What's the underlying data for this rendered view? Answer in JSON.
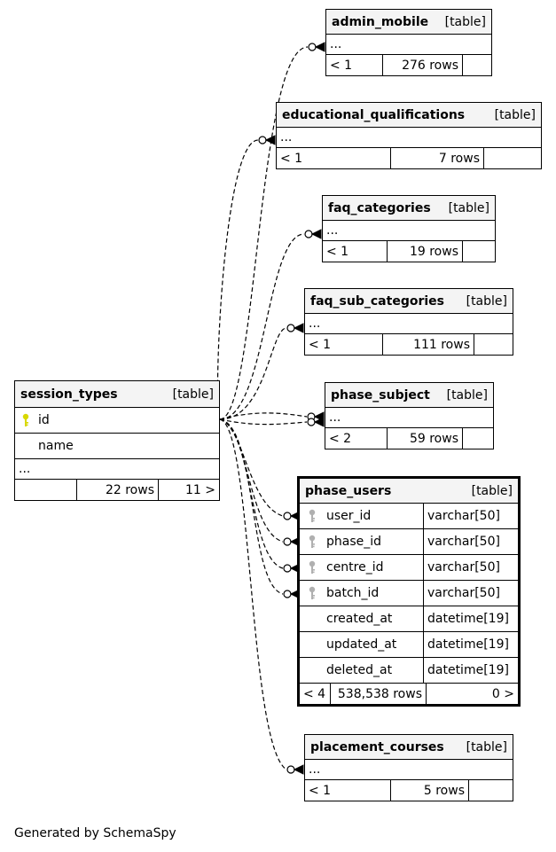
{
  "diagram": {
    "kind_label": "[table]",
    "ellipsis": "...",
    "colors": {
      "primary_key": "#d8d800",
      "foreign_key": "#b0b0b0",
      "header_bg": "#f4f4f4",
      "border": "#000000"
    },
    "tables": {
      "admin_mobile": {
        "name": "admin_mobile",
        "parents": "< 1",
        "rows": "276 rows",
        "children": ""
      },
      "educational_qualifications": {
        "name": "educational_qualifications",
        "parents": "< 1",
        "rows": "7 rows",
        "children": ""
      },
      "faq_categories": {
        "name": "faq_categories",
        "parents": "< 1",
        "rows": "19 rows",
        "children": ""
      },
      "faq_sub_categories": {
        "name": "faq_sub_categories",
        "parents": "< 1",
        "rows": "111 rows",
        "children": ""
      },
      "phase_subject": {
        "name": "phase_subject",
        "parents": "< 2",
        "rows": "59 rows",
        "children": ""
      },
      "session_types": {
        "name": "session_types",
        "columns": [
          {
            "name": "id",
            "key": "primary"
          },
          {
            "name": "name",
            "key": ""
          }
        ],
        "parents": "",
        "rows": "22 rows",
        "children": "11 >"
      },
      "phase_users": {
        "name": "phase_users",
        "columns": [
          {
            "name": "user_id",
            "type": "varchar[50]",
            "key": "foreign"
          },
          {
            "name": "phase_id",
            "type": "varchar[50]",
            "key": "foreign"
          },
          {
            "name": "centre_id",
            "type": "varchar[50]",
            "key": "foreign"
          },
          {
            "name": "batch_id",
            "type": "varchar[50]",
            "key": "foreign"
          },
          {
            "name": "created_at",
            "type": "datetime[19]",
            "key": ""
          },
          {
            "name": "updated_at",
            "type": "datetime[19]",
            "key": ""
          },
          {
            "name": "deleted_at",
            "type": "datetime[19]",
            "key": ""
          }
        ],
        "parents": "< 4",
        "rows": "538,538 rows",
        "children": "0 >"
      },
      "placement_courses": {
        "name": "placement_courses",
        "parents": "< 1",
        "rows": "5 rows",
        "children": ""
      }
    },
    "relationships": [
      {
        "from": "session_types.id",
        "to": "admin_mobile",
        "cardinality": "zero-or-many"
      },
      {
        "from": "session_types.id",
        "to": "educational_qualifications",
        "cardinality": "zero-or-many"
      },
      {
        "from": "session_types.id",
        "to": "faq_categories",
        "cardinality": "zero-or-many"
      },
      {
        "from": "session_types.id",
        "to": "faq_sub_categories",
        "cardinality": "zero-or-many"
      },
      {
        "from": "session_types.id",
        "to": "phase_subject",
        "cardinality": "zero-or-many"
      },
      {
        "from": "session_types.id",
        "to": "phase_subject",
        "cardinality": "zero-or-many"
      },
      {
        "from": "session_types.id",
        "to": "phase_users.user_id",
        "cardinality": "zero-or-many"
      },
      {
        "from": "session_types.id",
        "to": "phase_users.phase_id",
        "cardinality": "zero-or-many"
      },
      {
        "from": "session_types.id",
        "to": "phase_users.centre_id",
        "cardinality": "zero-or-many"
      },
      {
        "from": "session_types.id",
        "to": "phase_users.batch_id",
        "cardinality": "zero-or-many"
      },
      {
        "from": "session_types.id",
        "to": "placement_courses",
        "cardinality": "zero-or-many"
      }
    ],
    "footer": "Generated by SchemaSpy"
  }
}
